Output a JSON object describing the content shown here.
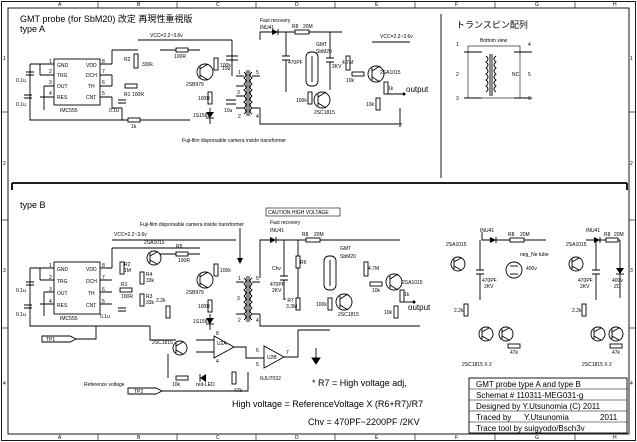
{
  "title_a": "GMT probe (for SbM20)  改定  再現性重視版",
  "title_a2": "type A",
  "title_b": "type B",
  "pinout_title": "トランスピン配列",
  "pinout_view": "Bottom view",
  "pinout_nc": "NC",
  "pinout_pins": [
    "1",
    "2",
    "3",
    "4",
    "5",
    "6"
  ],
  "border_letters": [
    "A",
    "B",
    "C",
    "D",
    "E",
    "F",
    "G",
    "H"
  ],
  "border_numbers": [
    "1",
    "2",
    "3",
    "4"
  ],
  "type_a": {
    "vcc": "VCC=2.2~3.6v",
    "vcc2": "VCC=2.2~3.6v",
    "ic_pins_left": [
      "GND",
      "TRG",
      "OUT",
      "RES"
    ],
    "ic_pins_right": [
      "VDD",
      "DCH",
      "TH",
      "CNT"
    ],
    "ic_nums_left": [
      "1",
      "2",
      "3",
      "4"
    ],
    "ic_nums_right": [
      "8",
      "7",
      "6",
      "5"
    ],
    "ic_name": "IMC555",
    "fast_recovery": "Fast recovery",
    "diode": "INU41",
    "r2": "R2",
    "r2v": "330k",
    "r100r": "100R",
    "r1": "R1",
    "r1v": "100R",
    "c01": "0.1u",
    "c01b": "0.1u",
    "c01c": "0.1u",
    "r1k": "1k",
    "c10u": "10u",
    "c10u2": "10u",
    "t1": "2SB979",
    "r100k": "100k",
    "r100r2": "100R",
    "d1": "1S1588",
    "r8": "R8",
    "r8v": "20M",
    "c470": "470PF",
    "c2kv": "2KV",
    "gmt": "GMT",
    "sbm": "SbM20",
    "r100k2": "100k",
    "tr2": "2SC1815",
    "r47m": "4.7M",
    "r10k": "10k",
    "tr3": "2SA1015",
    "r1k2": "1k",
    "r10k2": "10k",
    "output": "output",
    "fuji": "Fuji-film disporsable camera inside transformer",
    "tp1": "1",
    "tp2": "2",
    "tp3": "3",
    "tp4": "4",
    "tp5": "5",
    "tp6": "6"
  },
  "type_b": {
    "vcc": "VCC=2.2~3.6v",
    "fuji": "Fuji-film disporsable camera inside transformer",
    "caution": "CAUTION HIGH VOLTAGE",
    "fast_recovery": "Fast recovery",
    "diode": "INU41",
    "r8": "R8",
    "r8v": "20M",
    "tr1": "2SA1015",
    "r5": "R5",
    "r5v": "100R",
    "r2": "R2",
    "r2v": "1M",
    "r4": "R4",
    "r4v": "33k",
    "r1": "R1",
    "r1v": "100R",
    "r3": "R3",
    "r3v": "33k",
    "ic_pins_left": [
      "GND",
      "TRG",
      "OUT",
      "RES"
    ],
    "ic_pins_right": [
      "VDD",
      "DCH",
      "TH",
      "CNT"
    ],
    "ic_nums_left": [
      "1",
      "2",
      "3",
      "4"
    ],
    "ic_nums_right": [
      "8",
      "7",
      "6",
      "5"
    ],
    "ic_name": "IMC555",
    "c01": "0.1u",
    "c01b": "0.1u",
    "c01c": "0.1u",
    "r22k": "2.2k",
    "t1": "2SB979",
    "r100k": "100k",
    "r100r": "100R",
    "d1": "1S1588",
    "chv": "Chv",
    "chv_v": "470PF",
    "chv_v2": "2KV",
    "r7": "* R7",
    "r7v": "3.3M",
    "r6": "R6",
    "gmt": "GMT",
    "sbm": "SbM20",
    "r47m": "4.7M",
    "r10k": "10k",
    "tr3": "2SA1015",
    "r1k": "1k",
    "r100k2": "100k",
    "tr2": "2SC1815",
    "r10k2": "10k",
    "output": "output",
    "tp1": "TP1",
    "tp2": "TP2",
    "u2a": "U2A",
    "u2b": "U2B",
    "njm": "NJU7032",
    "ref": "Reference voltage",
    "redled": "red-LED",
    "r10k3": "10k",
    "r47k": "47k",
    "tr4": "2SC1815",
    "pin1": "1",
    "pin2": "2",
    "pin3": "3",
    "pin4": "4",
    "pin5": "5",
    "pin6": "6",
    "pin7": "7",
    "pin8": "8"
  },
  "side_left": {
    "tr1": "2SA1015",
    "diode": "INU41",
    "r8": "R8",
    "r8v": "20M",
    "neon": "neg_Ne tube",
    "neon_v": "400v",
    "c470": "470PF",
    "c2kv": "2KV",
    "r22k": "2.2k",
    "r47k": "47k",
    "tr2": "2SC1815",
    "tr3": "2SC1815 X 2"
  },
  "side_right": {
    "tr1": "2SA1015",
    "diode": "INU41",
    "r8": "R8",
    "r8v": "20M",
    "c470": "470PF",
    "c2kv": "2KV",
    "zener": "400v",
    "zener2": "ZD",
    "r22k": "2.2k",
    "r47k": "47k",
    "tr3": "2SC1815 X 2"
  },
  "notes": {
    "line1": "* R7 = High voltage adj,",
    "line2": "High voltage = ReferenceVoltage X (R6+R7)/R7",
    "line3": "Chv = 470PF~2200PF /2KV"
  },
  "title_block": {
    "row1": "GMT probe  type A and type B",
    "row2": "Schemat # 110311-MEG031-g",
    "row3": "Designed by Y.Utsunomia  (C) 2011",
    "row4a": "Traced by",
    "row4b": "Y.Utsunomia",
    "row4c": "2011",
    "row5": "Trace tool by suigyodo/Bsch3v"
  }
}
